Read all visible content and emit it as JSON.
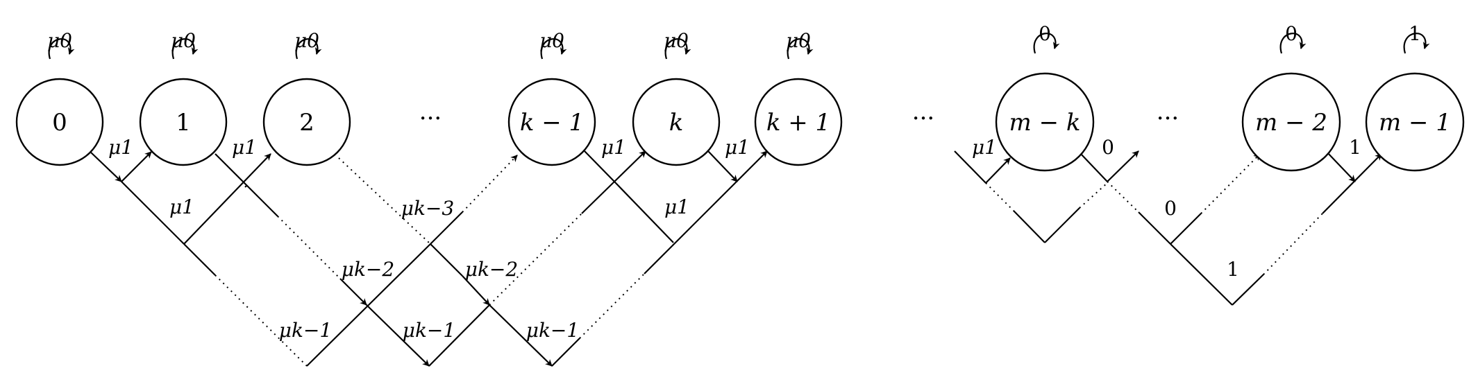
{
  "states": [
    {
      "id": "s0",
      "label": "0",
      "loop": "μ0"
    },
    {
      "id": "s1",
      "label": "1",
      "loop": "μ0"
    },
    {
      "id": "s2",
      "label": "2",
      "loop": "μ0"
    },
    {
      "id": "skm1",
      "label": "k − 1",
      "loop": "μ0"
    },
    {
      "id": "sk",
      "label": "k",
      "loop": "μ0"
    },
    {
      "id": "skp1",
      "label": "k + 1",
      "loop": "μ0"
    },
    {
      "id": "smk",
      "label": "m − k",
      "loop": "0"
    },
    {
      "id": "sm2",
      "label": "m − 2",
      "loop": "0"
    },
    {
      "id": "sm1",
      "label": "m − 1",
      "loop": "1"
    }
  ],
  "ellipses": [
    "···",
    "···",
    "···"
  ],
  "edge_labels": [
    {
      "id": "e-mu1-a",
      "text": "μ1"
    },
    {
      "id": "e-mu1-b",
      "text": "μ1"
    },
    {
      "id": "e-mu1-c",
      "text": "μ1"
    },
    {
      "id": "e-mu1-d",
      "text": "μ1"
    },
    {
      "id": "e-mu1-e",
      "text": "μ1"
    },
    {
      "id": "e-mu1-f",
      "text": "μ1"
    },
    {
      "id": "e-mu1-g",
      "text": "μ1"
    },
    {
      "id": "e-mukm3",
      "text": "μk−3"
    },
    {
      "id": "e-mukm2-a",
      "text": "μk−2"
    },
    {
      "id": "e-mukm2-b",
      "text": "μk−2"
    },
    {
      "id": "e-mukm1-a",
      "text": "μk−1"
    },
    {
      "id": "e-mukm1-b",
      "text": "μk−1"
    },
    {
      "id": "e-mukm1-c",
      "text": "μk−1"
    },
    {
      "id": "e-zero-a",
      "text": "0"
    },
    {
      "id": "e-zero-b",
      "text": "0"
    },
    {
      "id": "e-one-a",
      "text": "1"
    },
    {
      "id": "e-one-b",
      "text": "1"
    }
  ]
}
